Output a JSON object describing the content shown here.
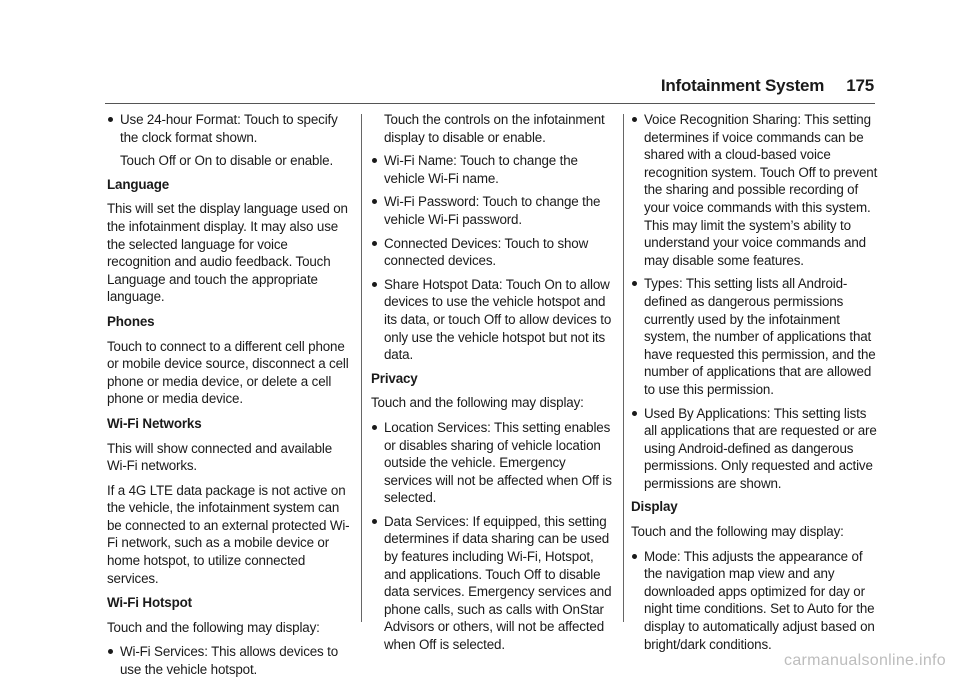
{
  "header": {
    "title": "Infotainment System",
    "page_number": "175"
  },
  "columns": [
    [
      {
        "kind": "bullet",
        "text": "Use 24-hour Format: Touch to specify the clock format shown."
      },
      {
        "kind": "indent",
        "text": "Touch Off or On to disable or enable."
      },
      {
        "kind": "heading",
        "text": "Language"
      },
      {
        "kind": "para",
        "text": "This will set the display language used on the infotainment display. It may also use the selected language for voice recognition and audio feedback. Touch Language and touch the appropriate language."
      },
      {
        "kind": "heading",
        "text": "Phones"
      },
      {
        "kind": "para",
        "text": "Touch to connect to a different cell phone or mobile device source, disconnect a cell phone or media device, or delete a cell phone or media device."
      },
      {
        "kind": "heading",
        "text": "Wi-Fi Networks"
      },
      {
        "kind": "para",
        "text": "This will show connected and available Wi-Fi networks."
      },
      {
        "kind": "para",
        "text": "If a 4G LTE data package is not active on the vehicle, the infotainment system can be connected to an external protected Wi-Fi network, such as a mobile device or home hotspot, to utilize connected services."
      },
      {
        "kind": "heading",
        "text": "Wi-Fi Hotspot"
      },
      {
        "kind": "para",
        "text": "Touch and the following may display:"
      },
      {
        "kind": "bullet",
        "text": "Wi-Fi Services: This allows devices to use the vehicle hotspot."
      }
    ],
    [
      {
        "kind": "indent",
        "text": "Touch the controls on the infotainment display to disable or enable."
      },
      {
        "kind": "bullet",
        "text": "Wi-Fi Name: Touch to change the vehicle Wi-Fi name."
      },
      {
        "kind": "bullet",
        "text": "Wi-Fi Password: Touch to change the vehicle Wi-Fi password."
      },
      {
        "kind": "bullet",
        "text": "Connected Devices: Touch to show connected devices."
      },
      {
        "kind": "bullet",
        "text": "Share Hotspot Data: Touch On to allow devices to use the vehicle hotspot and its data, or touch Off to allow devices to only use the vehicle hotspot but not its data."
      },
      {
        "kind": "heading",
        "text": "Privacy"
      },
      {
        "kind": "para",
        "text": "Touch and the following may display:"
      },
      {
        "kind": "bullet",
        "text": "Location Services: This setting enables or disables sharing of vehicle location outside the vehicle. Emergency services will not be affected when Off is selected."
      },
      {
        "kind": "bullet",
        "text": "Data Services: If equipped, this setting determines if data sharing can be used by features including Wi-Fi, Hotspot, and applications. Touch Off to disable data services. Emergency services and phone calls, such as calls with OnStar Advisors or others, will not be affected when Off is selected."
      }
    ],
    [
      {
        "kind": "bullet",
        "text": "Voice Recognition Sharing: This setting determines if voice commands can be shared with a cloud-based voice recognition system. Touch Off to prevent the sharing and possible recording of your voice commands with this system. This may limit the system’s ability to understand your voice commands and may disable some features."
      },
      {
        "kind": "bullet",
        "text": "Types: This setting lists all Android-defined as dangerous permissions currently used by the infotainment system, the number of applications that have requested this permission, and the number of applications that are allowed to use this permission."
      },
      {
        "kind": "bullet",
        "text": "Used By Applications: This setting lists all applications that are requested or are using Android-defined as dangerous permissions. Only requested and active permissions are shown."
      },
      {
        "kind": "heading",
        "text": "Display"
      },
      {
        "kind": "para",
        "text": "Touch and the following may display:"
      },
      {
        "kind": "bullet",
        "text": "Mode: This adjusts the appearance of the navigation map view and any downloaded apps optimized for day or night time conditions. Set to Auto for the display to automatically adjust based on bright/dark conditions."
      }
    ]
  ],
  "footer": {
    "watermark": "carmanualsonline.info"
  }
}
